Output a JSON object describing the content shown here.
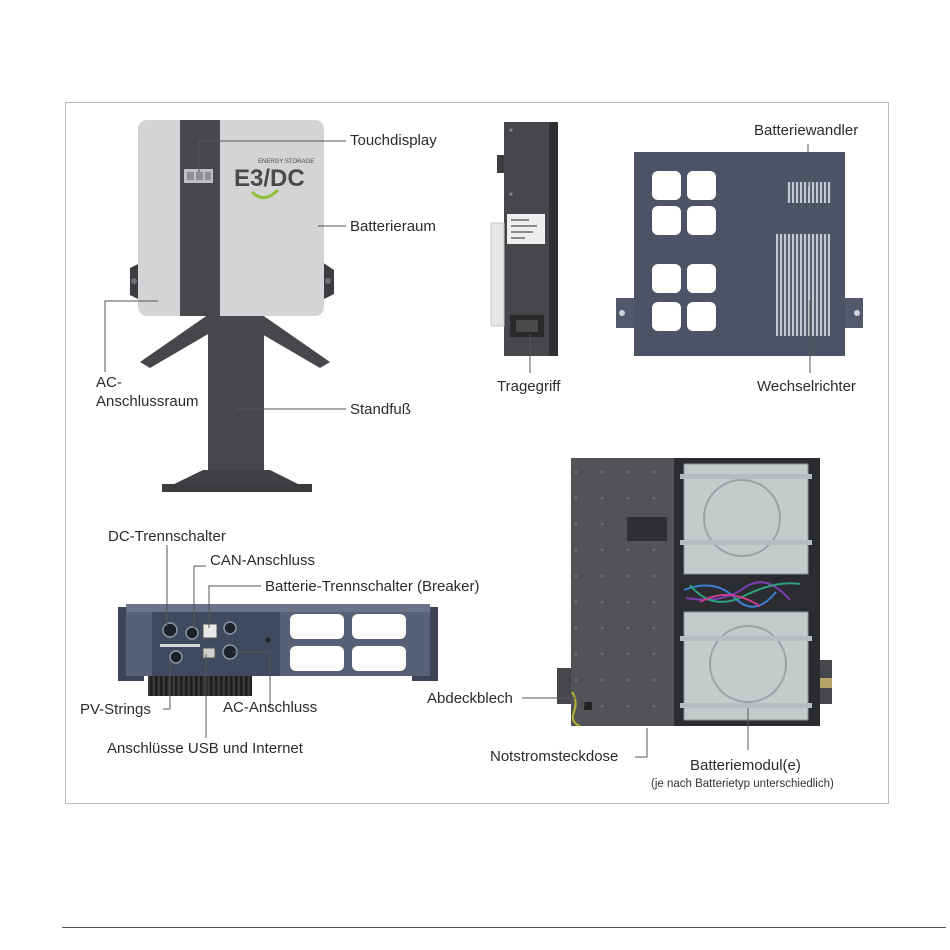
{
  "device_front": {
    "brand_main": "E3/DC",
    "brand_sub": "ENERGY STORAGE"
  },
  "labels": {
    "touchdisplay": "Touchdisplay",
    "batterieraum": "Batterieraum",
    "ac_anschlussraum_1": "AC-",
    "ac_anschlussraum_2": "Anschlussraum",
    "standfuss": "Standfuß",
    "tragegriff": "Tragegriff",
    "batteriewandler": "Batteriewandler",
    "wechselrichter": "Wechselrichter",
    "dc_trennschalter": "DC-Trennschalter",
    "can_anschluss": "CAN-Anschluss",
    "batterie_trennschalter": "Batterie-Trennschalter (Breaker)",
    "pv_strings": "PV-Strings",
    "ac_anschluss": "AC-Anschluss",
    "usb_internet": "Anschlüsse USB und Internet",
    "abdeckblech": "Abdeckblech",
    "notstromsteckdose": "Notstromsteckdose",
    "batteriemodul": "Batteriemodul(e)",
    "batteriemodul_note": "(je nach Batterietyp unterschiedlich)"
  },
  "colors": {
    "dark_gray": "#45474b",
    "panel_light": "#d3d4d6",
    "panel_blue": "#4b5364",
    "brand_green": "#8dbf3a",
    "leader": "#555555"
  }
}
